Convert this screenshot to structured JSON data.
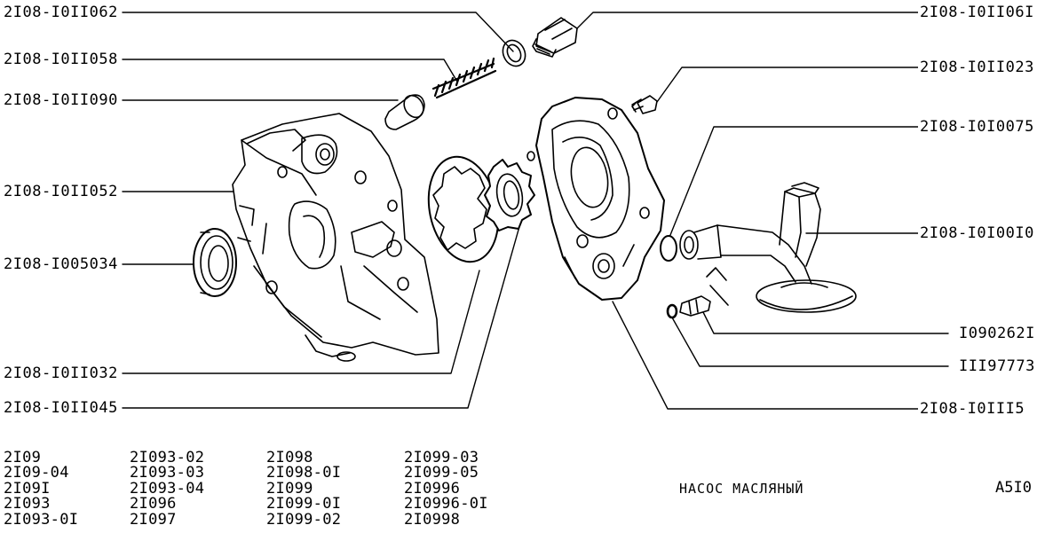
{
  "callouts_left": [
    {
      "id": "p1",
      "text": "2I08-I0II062"
    },
    {
      "id": "p2",
      "text": "2I08-I0II058"
    },
    {
      "id": "p3",
      "text": "2I08-I0II090"
    },
    {
      "id": "p4",
      "text": "2I08-I0II052"
    },
    {
      "id": "p5",
      "text": "2I08-I005034"
    },
    {
      "id": "p6",
      "text": "2I08-I0II032"
    },
    {
      "id": "p7",
      "text": "2I08-I0II045"
    }
  ],
  "callouts_right": [
    {
      "id": "r1",
      "text": "2I08-I0II06I"
    },
    {
      "id": "r2",
      "text": "2I08-I0II023"
    },
    {
      "id": "r3",
      "text": "2I08-I0I0075"
    },
    {
      "id": "r4",
      "text": "2I08-I0I00I0"
    },
    {
      "id": "r5",
      "text": "I090262I"
    },
    {
      "id": "r6",
      "text": "III97773"
    },
    {
      "id": "r7",
      "text": "2I08-I0III5"
    }
  ],
  "models": [
    [
      "2I09",
      "2I09-04",
      "2I09I",
      "2I093",
      "2I093-0I"
    ],
    [
      "2I093-02",
      "2I093-03",
      "2I093-04",
      "2I096",
      "2I097"
    ],
    [
      "2I098",
      "2I098-0I",
      "2I099",
      "2I099-0I",
      "2I099-02"
    ],
    [
      "2I099-03",
      "2I099-05",
      "2I0996",
      "2I0996-0I",
      "2I0998"
    ]
  ],
  "title": "НАСОС МАСЛЯНЫЙ",
  "code": "А5I0"
}
